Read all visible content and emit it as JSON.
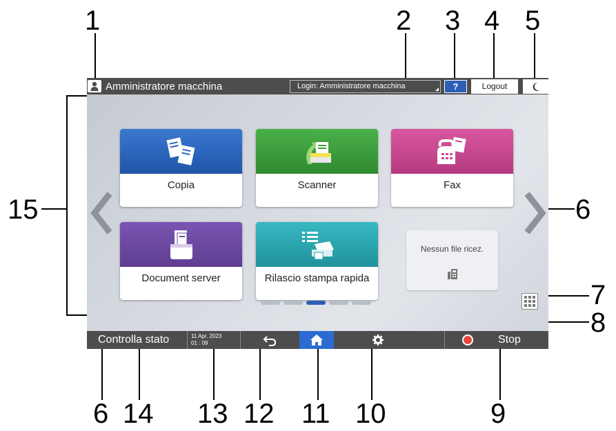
{
  "callouts": {
    "n1": "1",
    "n2": "2",
    "n3": "3",
    "n4": "4",
    "n5": "5",
    "n6a": "6",
    "n6b": "6",
    "n7": "7",
    "n8": "8",
    "n9": "9",
    "n10": "10",
    "n11": "11",
    "n12": "12",
    "n13": "13",
    "n14": "14",
    "n15": "15"
  },
  "topbar": {
    "user_name": "Amministratore macchina",
    "login_status": "Login: Amministratore macchina",
    "help_label": "?",
    "logout_label": "Logout"
  },
  "apps": [
    {
      "label": "Copia",
      "icon": "copy-icon",
      "color": "#2a63b8"
    },
    {
      "label": "Scanner",
      "icon": "scanner-icon",
      "color": "#3a9a3a"
    },
    {
      "label": "Fax",
      "icon": "fax-icon",
      "color": "#c94a91"
    },
    {
      "label": "Document server",
      "icon": "document-server-icon",
      "color": "#6d4aa0"
    },
    {
      "label": "Rilascio stampa rapida",
      "icon": "quick-print-release-icon",
      "color": "#2aa5b0"
    }
  ],
  "widget": {
    "text": "Nessun file ricez.",
    "icon": "fax-machine-icon"
  },
  "pagination": {
    "pages": 5,
    "current": 3
  },
  "bottombar": {
    "status_label": "Controlla stato",
    "date": "11 Apr. 2023",
    "time": "01 : 09",
    "stop_label": "Stop"
  },
  "colors": {
    "bar": "#4d4d4d",
    "accent": "#2c6bd1",
    "stop": "#e8483b"
  }
}
